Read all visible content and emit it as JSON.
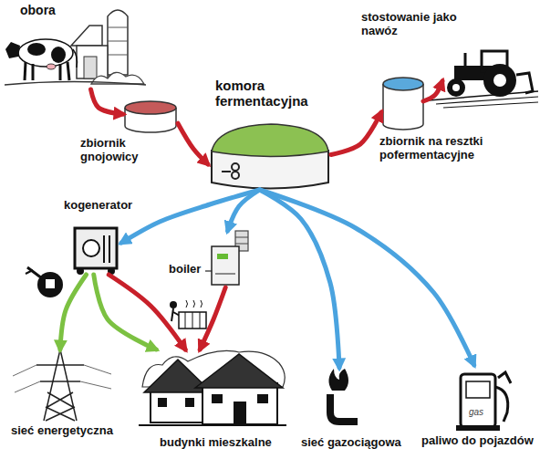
{
  "diagram": {
    "nodes": [
      {
        "text": [
          "obora"
        ]
      },
      {
        "text": [
          "zbiornik gnojowicy"
        ]
      },
      {
        "text": [
          "komora fermentacyjna"
        ]
      },
      {
        "text": [
          "zbiornik na resztki pofermentacyjne"
        ]
      },
      {
        "text": [
          "stostowanie jako nawóz"
        ]
      },
      {
        "text": [
          "kogenerator"
        ]
      },
      {
        "text": [
          "boiler"
        ]
      },
      {
        "text": [
          "sieć energetyczna"
        ]
      },
      {
        "text": [
          "budynki mieszkalne"
        ]
      },
      {
        "text": [
          "sieć gazociągowa"
        ]
      },
      {
        "text": [
          "paliwo do pojazdów"
        ]
      }
    ],
    "edges": [
      {
        "from": 0,
        "to": 1,
        "arrow": "to"
      },
      {
        "from": 1,
        "to": 2,
        "arrow": "to"
      },
      {
        "from": 2,
        "to": 3,
        "arrow": "to"
      },
      {
        "from": 3,
        "to": 4,
        "arrow": "to"
      },
      {
        "from": 2,
        "to": 5,
        "arrow": "to"
      },
      {
        "from": 2,
        "to": 6,
        "arrow": "to"
      },
      {
        "from": 2,
        "to": 9,
        "arrow": "to"
      },
      {
        "from": 2,
        "to": 10,
        "arrow": "to"
      },
      {
        "from": 5,
        "to": 7,
        "arrow": "to"
      },
      {
        "from": 5,
        "to": 8,
        "arrow": "to"
      },
      {
        "from": 5,
        "to": 8,
        "arrow": "to"
      },
      {
        "from": 6,
        "to": 8,
        "arrow": "to"
      }
    ],
    "labels": [
      "gas"
    ]
  }
}
